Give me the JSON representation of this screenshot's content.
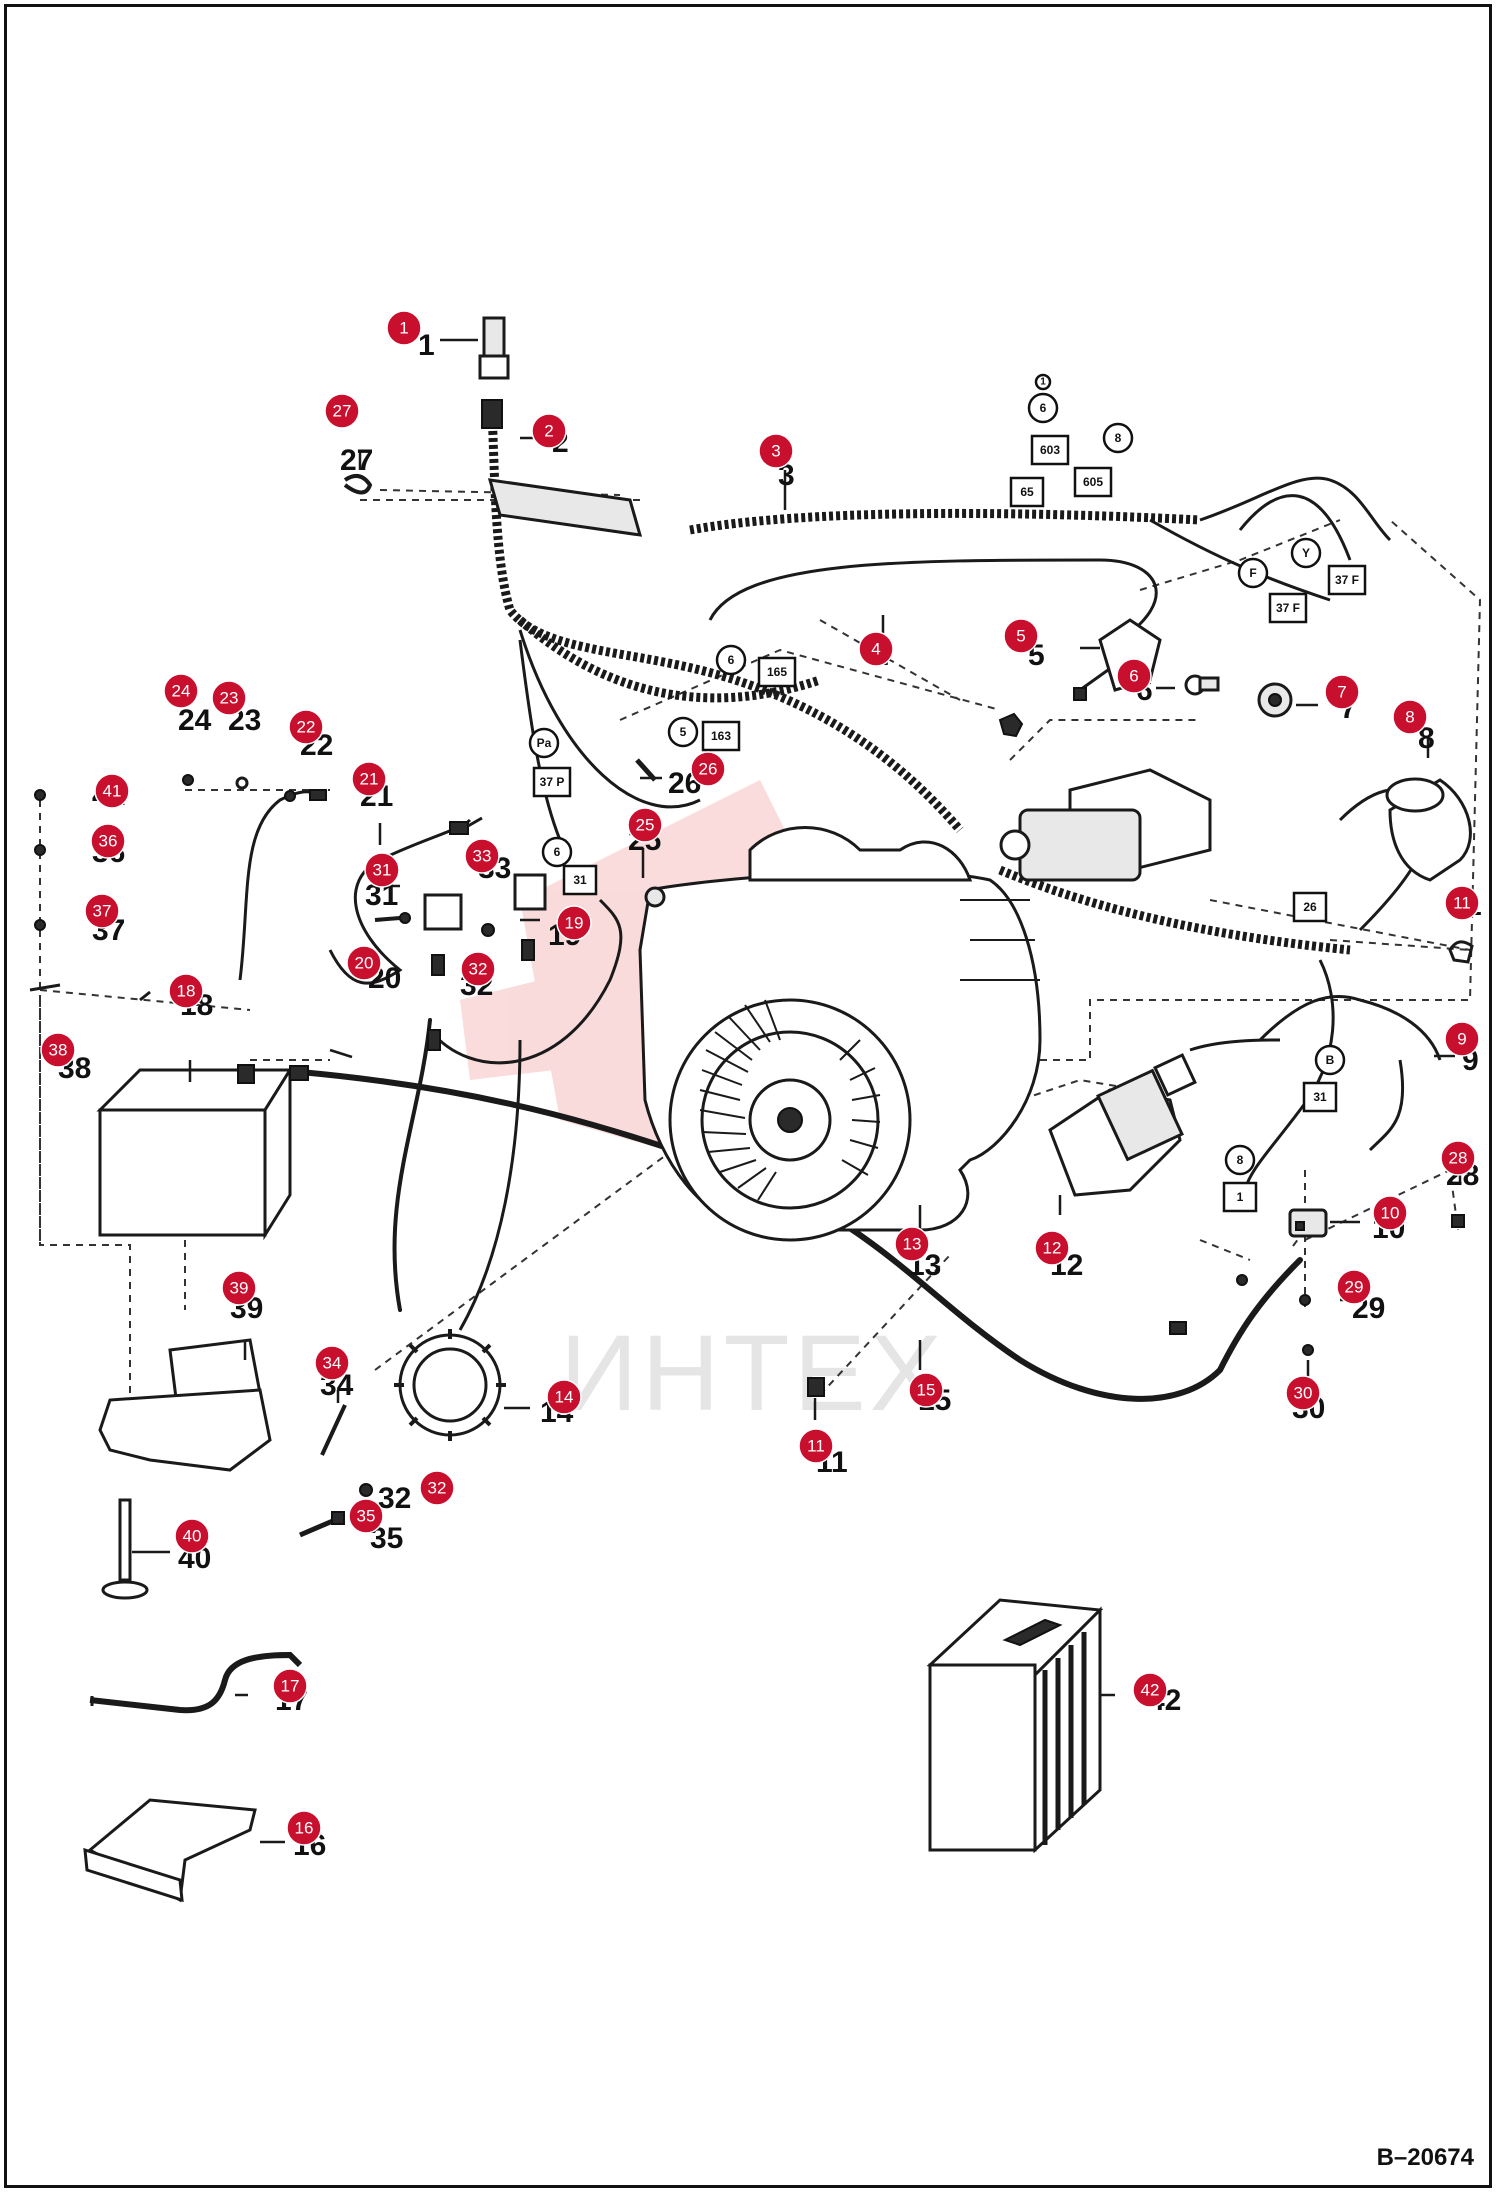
{
  "drawing_ref": "B–20674",
  "watermark": "ИНТЕХ",
  "printed_numbers": [
    "1",
    "2",
    "3",
    "4",
    "5",
    "6",
    "7",
    "8",
    "9",
    "10",
    "11",
    "12",
    "13",
    "14",
    "15",
    "16",
    "17",
    "18",
    "19",
    "20",
    "21",
    "22",
    "23",
    "24",
    "25",
    "26",
    "27",
    "28",
    "29",
    "30",
    "31",
    "32",
    "33",
    "34",
    "35",
    "36",
    "37",
    "38",
    "39",
    "40",
    "41",
    "42"
  ],
  "badges": [
    "1",
    "2",
    "3",
    "4",
    "5",
    "6",
    "7",
    "8",
    "9",
    "10",
    "11",
    "12",
    "13",
    "14",
    "15",
    "16",
    "17",
    "18",
    "19",
    "20",
    "21",
    "22",
    "23",
    "24",
    "25",
    "26",
    "27",
    "28",
    "29",
    "30",
    "31",
    "32",
    "33",
    "34",
    "35",
    "36",
    "37",
    "38",
    "39",
    "40",
    "41",
    "42"
  ],
  "wire_tags": {
    "t_6a": "6",
    "t_1a": "1",
    "t_8": "8",
    "t_603": "603",
    "t_65": "65",
    "t_605": "605",
    "t_6b": "6",
    "t_165": "165",
    "t_5": "5",
    "t_163": "163",
    "t_f1": "F",
    "t_37f_a": "37 F",
    "t_y": "Y",
    "t_37f_b": "37 F",
    "t_pa": "Pa",
    "t_37p": "37 P",
    "t_6c": "6",
    "t_31a": "31",
    "t_26": "26",
    "t_b": "B",
    "t_31b": "31",
    "t_8b": "8",
    "t_1b": "1"
  },
  "colors": {
    "badge": "#c8102e",
    "ink": "#1a1a1a",
    "watermark": "#e23b3b"
  }
}
